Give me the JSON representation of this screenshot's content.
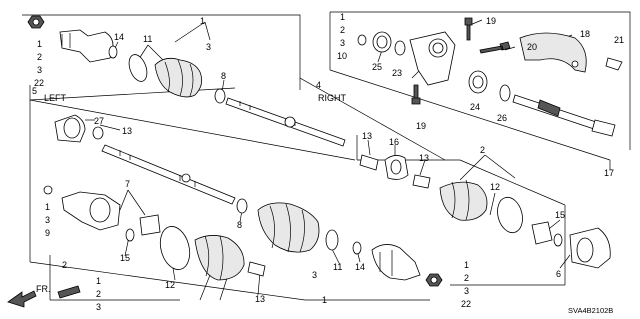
{
  "labels": {
    "left": "LEFT",
    "right": "RIGHT",
    "fr": "FR.",
    "diagram_code": "SVA4B2102B"
  },
  "callouts": {
    "c1a": "1",
    "c2a": "2",
    "c3a": "3",
    "c22a": "22",
    "c1b": "1",
    "c3b": "3",
    "c11a": "11",
    "c14a": "14",
    "c8a": "8",
    "c4": "4",
    "c5": "5",
    "c27": "27",
    "c13a": "13",
    "c1c": "1",
    "c2c": "2",
    "c3c": "3",
    "c10": "10",
    "c25": "25",
    "c23": "23",
    "c19a": "19",
    "c20": "20",
    "c18": "18",
    "c21": "21",
    "c24": "24",
    "c26": "26",
    "c19b": "19",
    "c13b": "13",
    "c16": "16",
    "c13c": "13",
    "c2b": "2",
    "c12a": "12",
    "c15a": "15",
    "c17": "17",
    "c7": "7",
    "c1d": "1",
    "c3d": "3",
    "c9": "9",
    "c8b": "8",
    "c11b": "11",
    "c14b": "14",
    "c15b": "15",
    "c6": "6",
    "c2d": "2",
    "c12b": "12",
    "c13d": "13",
    "c3e": "3",
    "c1e": "1",
    "c1f": "1",
    "c2e": "2",
    "c3f": "3",
    "c22b": "22",
    "c1g": "1",
    "c2f": "2",
    "c3g": "3"
  }
}
